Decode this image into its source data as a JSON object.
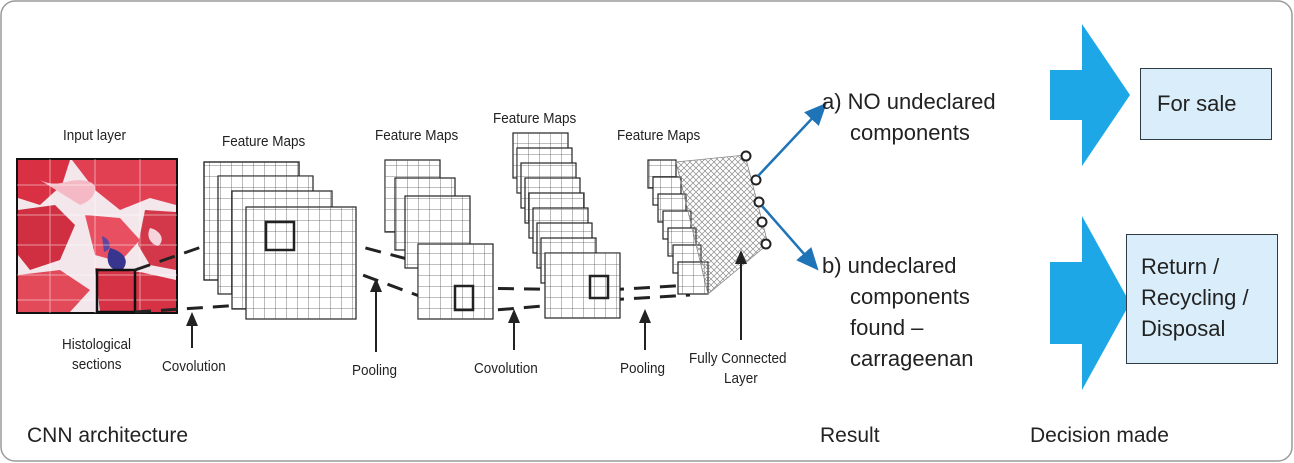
{
  "cnn": {
    "input_layer": "Input layer",
    "histological": [
      "Histological",
      "sections"
    ],
    "feature_maps": [
      "Feature Maps",
      "Feature Maps",
      "Feature Maps",
      "Feature Maps"
    ],
    "steps": [
      "Covolution",
      "Pooling",
      "Covolution",
      "Pooling"
    ],
    "fully_connected": [
      "Fully Connected",
      "Layer"
    ]
  },
  "results": {
    "a": [
      "a)  NO undeclared",
      "components"
    ],
    "b": [
      "b)  undeclared",
      "components",
      "found –",
      "carrageenan"
    ]
  },
  "decisions": {
    "sale": "For sale",
    "return": [
      "Return /",
      "Recycling /",
      "Disposal"
    ]
  },
  "sections": {
    "cnn": "CNN architecture",
    "result": "Result",
    "decision": "Decision made"
  },
  "colors": {
    "arrow_blue": "#1ea7e6",
    "box_fill": "#d9eefa",
    "result_arrow": "#1f73b7",
    "tissue_red": "#d8283a"
  }
}
